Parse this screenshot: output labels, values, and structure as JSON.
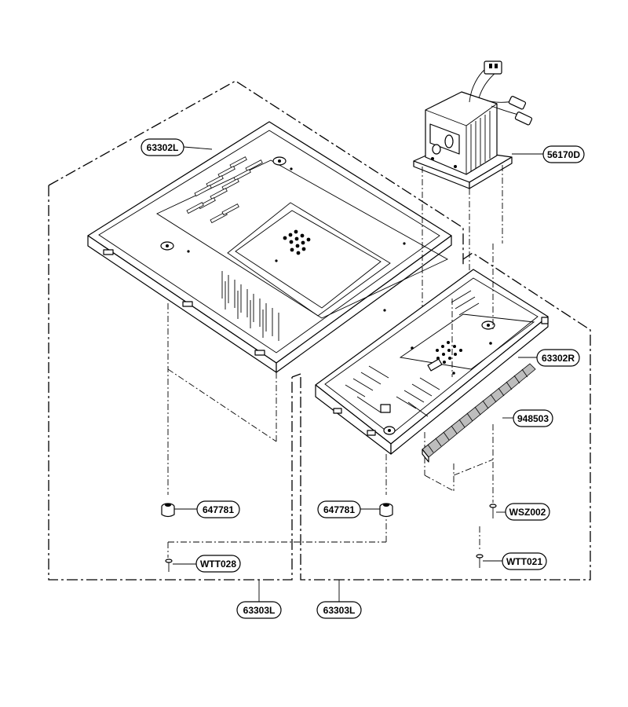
{
  "labels": {
    "plate_left": "63302L",
    "transformer": "56170D",
    "plate_right": "63302R",
    "filter_strip": "948503",
    "foot_left": "647781",
    "foot_right": "647781",
    "screw_wsz": "WSZ002",
    "screw_left": "WTT028",
    "screw_right": "WTT021",
    "assembly_left": "63303L",
    "assembly_right": "63303L"
  }
}
